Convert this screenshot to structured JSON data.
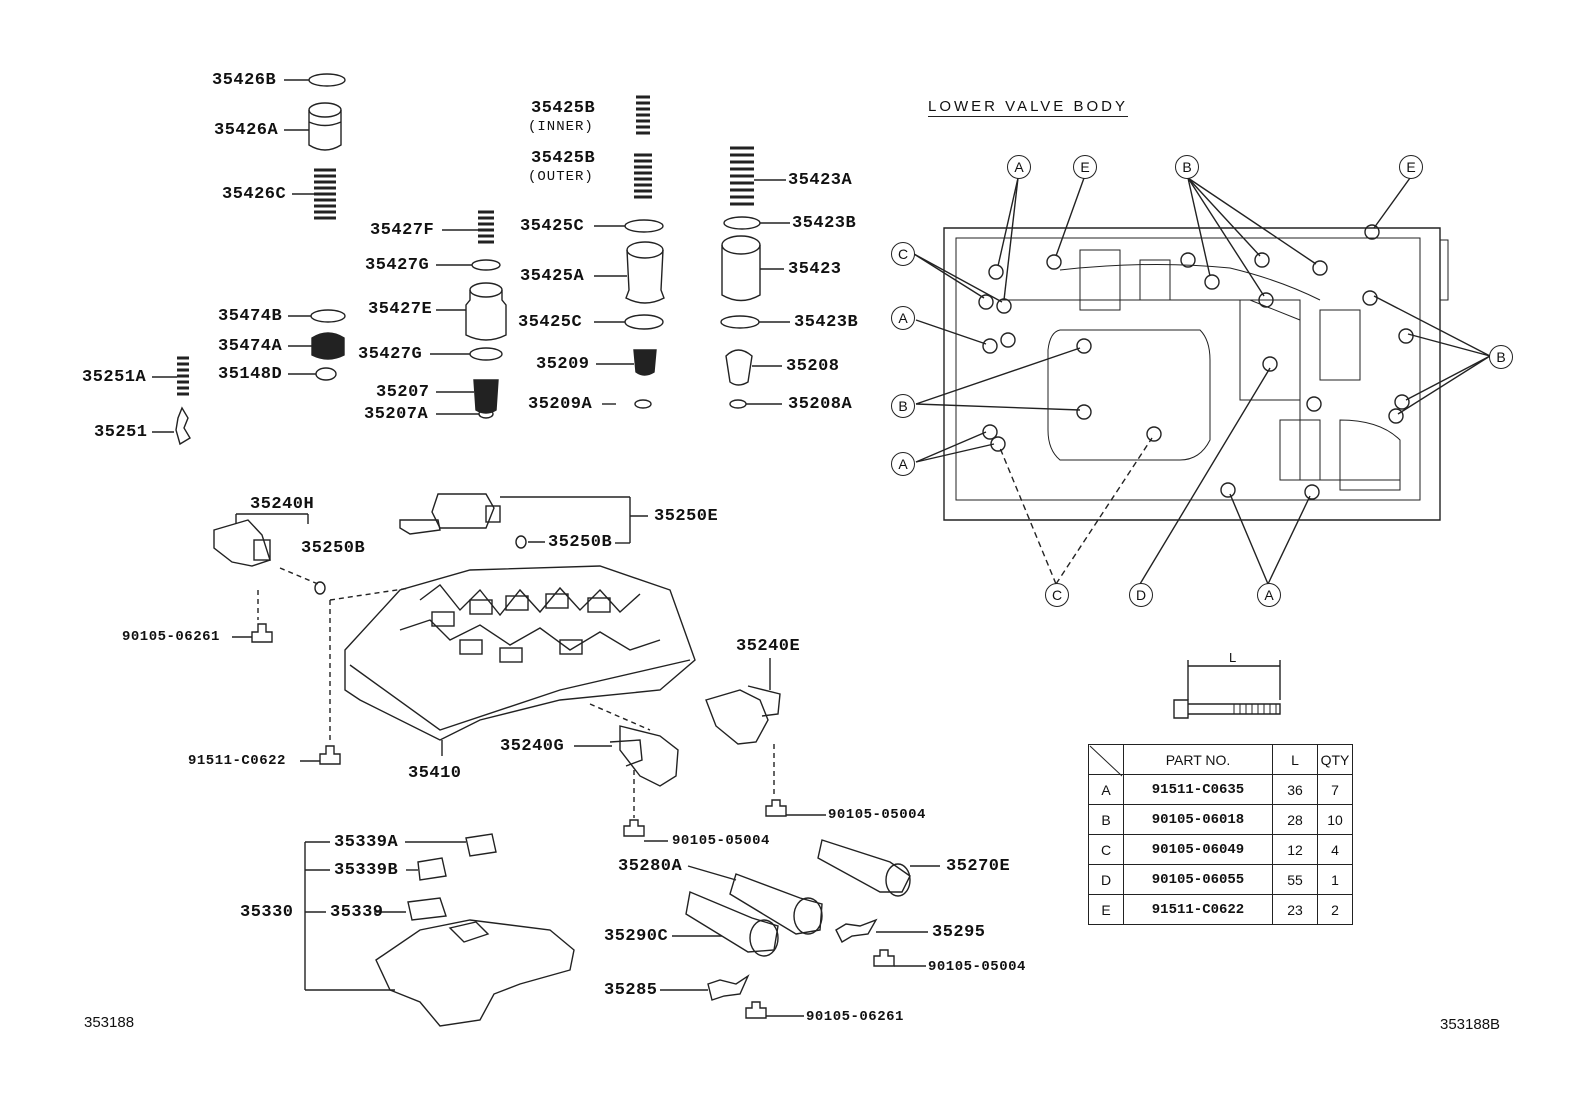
{
  "title": "LOWER VALVE BODY",
  "footer_left": "353188",
  "footer_right": "353188B",
  "parts": {
    "p35426B": "35426B",
    "p35426A": "35426A",
    "p35426C": "35426C",
    "p35425B_inner": "35425B",
    "inner": "(INNER)",
    "p35425B_outer": "35425B",
    "outer": "(OUTER)",
    "p35423A": "35423A",
    "p35427F": "35427F",
    "p35425C_1": "35425C",
    "p35423B_1": "35423B",
    "p35427G_1": "35427G",
    "p35425A": "35425A",
    "p35423": "35423",
    "p35474B": "35474B",
    "p35427E": "35427E",
    "p35425C_2": "35425C",
    "p35423B_2": "35423B",
    "p35474A": "35474A",
    "p35427G_2": "35427G",
    "p35209": "35209",
    "p35208": "35208",
    "p35251A": "35251A",
    "p35148D": "35148D",
    "p35207": "35207",
    "p35207A": "35207A",
    "p35209A": "35209A",
    "p35208A": "35208A",
    "p35251": "35251",
    "p35240H": "35240H",
    "p35250E": "35250E",
    "p35250B_1": "35250B",
    "p35250B_2": "35250B",
    "p90105_06261_a": "90105-06261",
    "p35240E": "35240E",
    "p91511_C0622": "91511-C0622",
    "p35410": "35410",
    "p35240G": "35240G",
    "p90105_05004_a": "90105-05004",
    "p90105_05004_b": "90105-05004",
    "p35339A": "35339A",
    "p35280A": "35280A",
    "p35339B": "35339B",
    "p35270E": "35270E",
    "p35330": "35330",
    "p35339": "35339",
    "p35290C": "35290C",
    "p35295": "35295",
    "p90105_05004_c": "90105-05004",
    "p35285": "35285",
    "p90105_06261_b": "90105-06261"
  },
  "callouts": {
    "a1": "A",
    "e1": "E",
    "b1": "B",
    "e2": "E",
    "c1": "C",
    "a2": "A",
    "b2": "B",
    "b3": "B",
    "a3": "A",
    "c2": "C",
    "d1": "D",
    "a4": "A"
  },
  "dimension_label": "L",
  "table": {
    "headers": [
      "PART NO.",
      "L",
      "QTY"
    ],
    "rows": [
      {
        "key": "A",
        "part": "91511-C0635",
        "l": "36",
        "qty": "7"
      },
      {
        "key": "B",
        "part": "90105-06018",
        "l": "28",
        "qty": "10"
      },
      {
        "key": "C",
        "part": "90105-06049",
        "l": "12",
        "qty": "4"
      },
      {
        "key": "D",
        "part": "90105-06055",
        "l": "55",
        "qty": "1"
      },
      {
        "key": "E",
        "part": "91511-C0622",
        "l": "23",
        "qty": "2"
      }
    ]
  }
}
